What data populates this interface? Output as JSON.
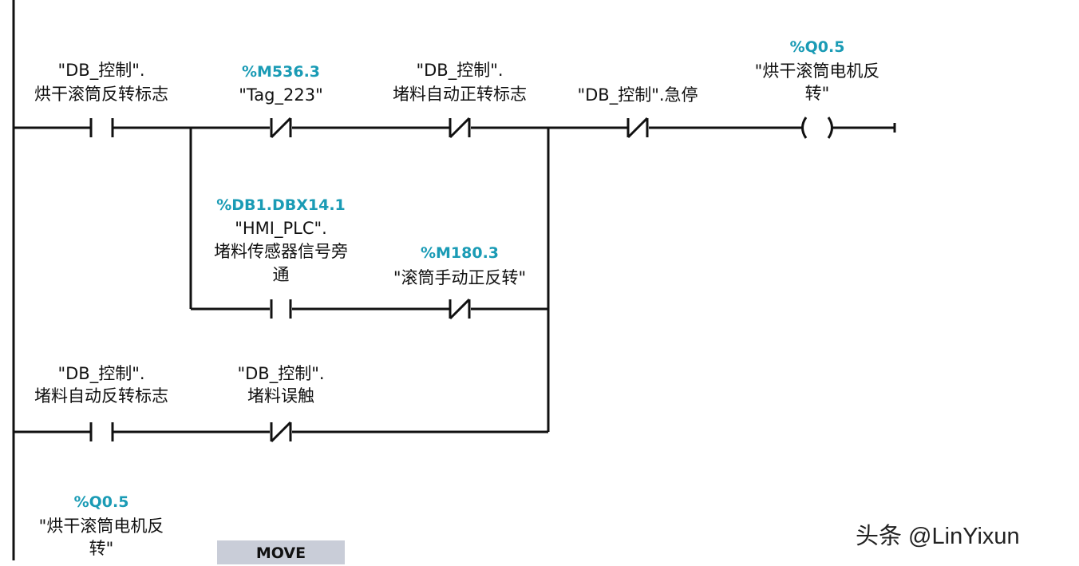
{
  "network": {
    "rung1": {
      "contact1": {
        "type": "NO",
        "line1": "\"DB_控制\".",
        "line2": "烘干滚筒反转标志"
      },
      "contact2": {
        "type": "NC",
        "address": "%M536.3",
        "line1": "\"Tag_223\""
      },
      "contact3": {
        "type": "NC",
        "line1": "\"DB_控制\".",
        "line2": "堵料自动正转标志"
      },
      "contact4": {
        "type": "NC",
        "line1": "\"DB_控制\".急停"
      },
      "coil": {
        "type": "coil",
        "address": "%Q0.5",
        "line1": "\"烘干滚筒电机反",
        "line2": "转\""
      }
    },
    "branch2": {
      "contact1": {
        "type": "NO",
        "address": "%DB1.DBX14.1",
        "line1": "\"HMI_PLC\".",
        "line2": "堵料传感器信号旁",
        "line3": "通"
      },
      "contact2": {
        "type": "NC",
        "address": "%M180.3",
        "line1": "\"滚筒手动正反转\""
      }
    },
    "branch3": {
      "contact1": {
        "type": "NO",
        "line1": "\"DB_控制\".",
        "line2": "堵料自动反转标志"
      },
      "contact2": {
        "type": "NC",
        "line1": "\"DB_控制\".",
        "line2": "堵料误触"
      }
    },
    "next": {
      "contact1": {
        "address": "%Q0.5",
        "line1": "\"烘干滚筒电机反",
        "line2": "转\""
      },
      "box_label": "MOVE"
    }
  },
  "watermark": "头条 @LinYixun",
  "colors": {
    "address": "#1a9bb5",
    "wire": "#111111",
    "box": "#c9cdd8"
  }
}
